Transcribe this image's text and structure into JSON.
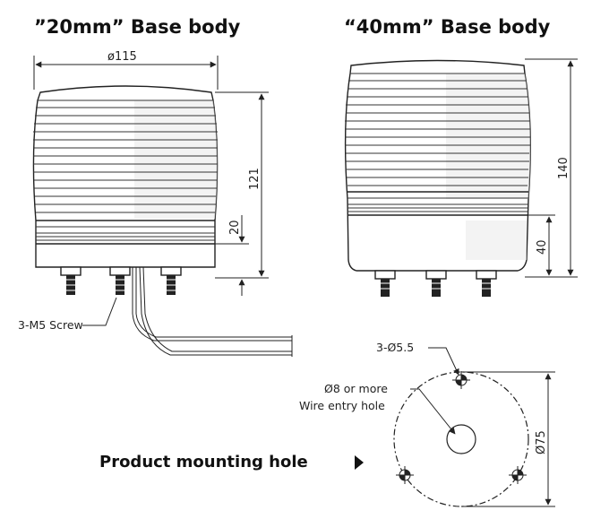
{
  "left_title": "”20mm” Base body",
  "right_title": "“40mm” Base body",
  "dim_diameter_115": "ø115",
  "dim_height_121": "121",
  "dim_height_20": "20",
  "dim_height_140": "140",
  "dim_height_40": "40",
  "screw_label": "3-M5 Screw",
  "hole_count_label": "3-Ø5.5",
  "wire_hole_line1": "Ø8 or more",
  "wire_hole_line2": "Wire entry hole",
  "dim_diameter_75": "Ø75",
  "mounting_label": "Product mounting hole",
  "arrow_icon": "triangle-right"
}
